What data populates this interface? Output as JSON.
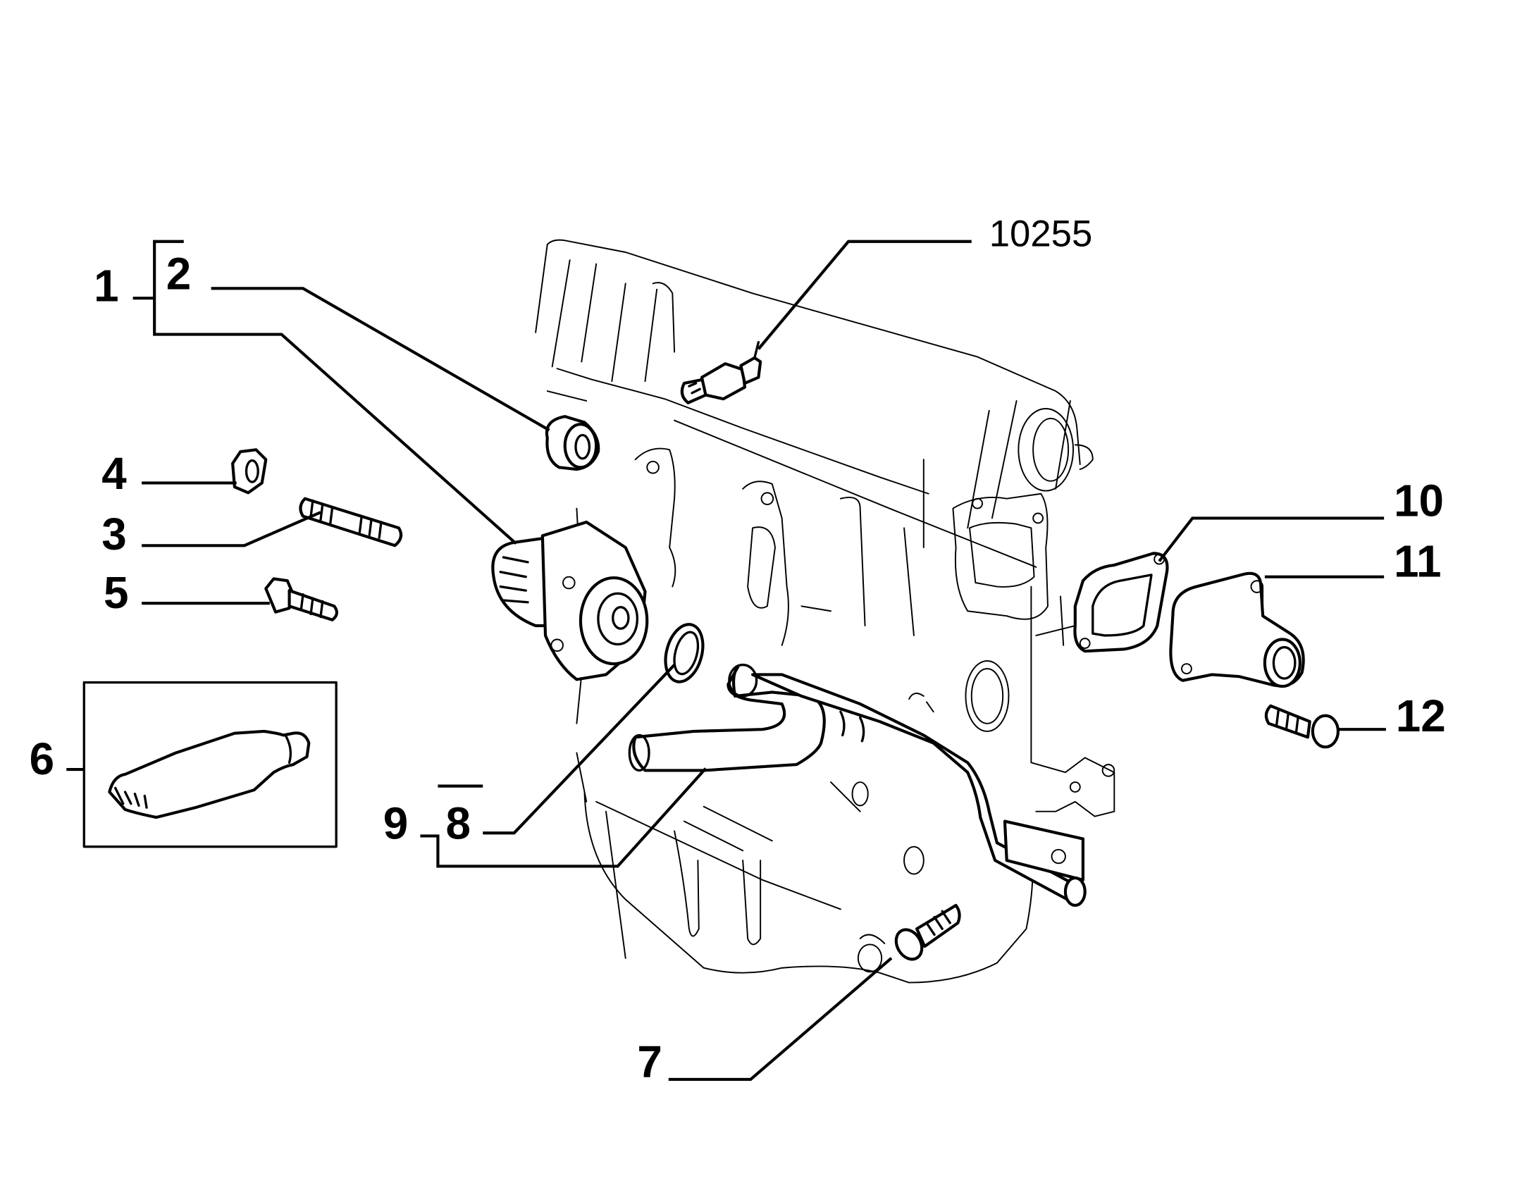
{
  "diagram": {
    "title": "Engine cooling - water pump and coolant pipes exploded view",
    "callouts": [
      {
        "id": "1",
        "label": "1",
        "part": "water-pump-assembly"
      },
      {
        "id": "2",
        "label": "2",
        "part": "pump-pulley-bushing"
      },
      {
        "id": "3",
        "label": "3",
        "part": "stud"
      },
      {
        "id": "4",
        "label": "4",
        "part": "nut"
      },
      {
        "id": "5",
        "label": "5",
        "part": "bolt"
      },
      {
        "id": "6",
        "label": "6",
        "part": "sealant-tube"
      },
      {
        "id": "7",
        "label": "7",
        "part": "pipe-bracket-bolt"
      },
      {
        "id": "8",
        "label": "8",
        "part": "o-ring-seal"
      },
      {
        "id": "9",
        "label": "9",
        "part": "coolant-pipe-assembly"
      },
      {
        "id": "10",
        "label": "10",
        "part": "thermostat-gasket"
      },
      {
        "id": "11",
        "label": "11",
        "part": "thermostat-housing-outlet"
      },
      {
        "id": "12",
        "label": "12",
        "part": "housing-bolt"
      }
    ],
    "reference": {
      "label": "10255",
      "part": "temperature-sensor"
    }
  }
}
